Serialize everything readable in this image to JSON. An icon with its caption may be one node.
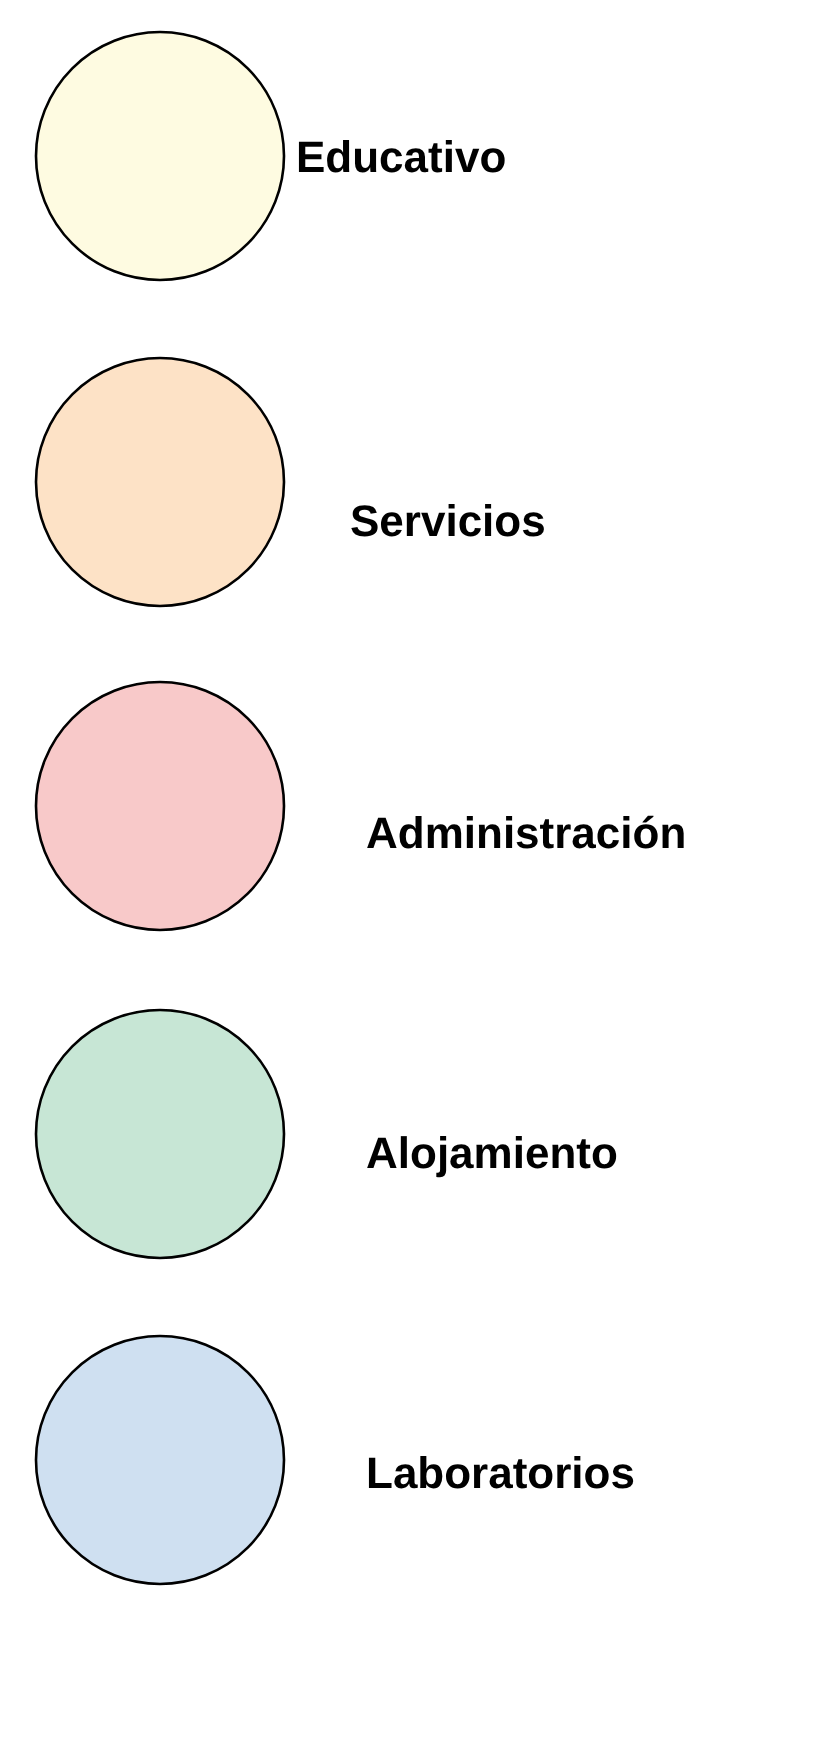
{
  "diagram": {
    "legend": [
      {
        "text": "Educativo",
        "color": "#fefbe1"
      },
      {
        "text": "Servicios",
        "color": "#fde2c6"
      },
      {
        "text": "Administración",
        "color": "#f8c9c9"
      },
      {
        "text": "Alojamiento",
        "color": "#c7e6d5"
      },
      {
        "text": "Laboratorios",
        "color": "#cfe0f1"
      }
    ]
  }
}
